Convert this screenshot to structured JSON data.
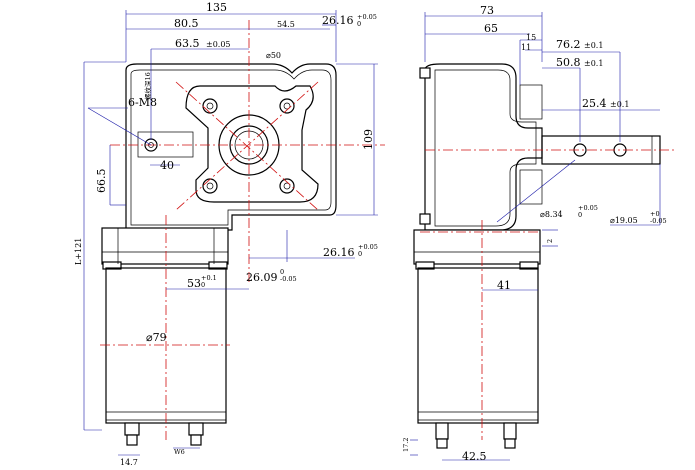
{
  "colors": {
    "outline": "#000000",
    "dimension": "#1a1aa8",
    "centerline": "#d01010",
    "background": "#ffffff"
  },
  "front_view": {
    "width_135": "135",
    "dim_80_5": "80.5",
    "dim_54_5": "54.5",
    "dim_26_16_top": "26.16",
    "tol_top_plus": "+0.05",
    "tol_top_zero": "0",
    "dim_63_5": "63.5",
    "tol_63_5": "±0.05",
    "dia_50": "⌀50",
    "hole_label": "6-M8",
    "hole_depth": "螺纹深16",
    "dim_40": "40",
    "dim_66_5": "66.5",
    "dim_109": "109",
    "dim_26_16_bottom": "26.16",
    "tol_bottom_plus": "+0.05",
    "tol_bottom_zero": "0",
    "dim_53": "53",
    "tol_53_plus": "+0.1",
    "tol_53_zero": "0",
    "dim_26_09": "26.09",
    "tol_26_09_zero": "0",
    "tol_26_09_minus": "-0.05",
    "motor_dia": "⌀79",
    "overall_len": "L+121",
    "dim_14_7": "14.7",
    "conn_w6": "W6"
  },
  "side_view": {
    "dim_73": "73",
    "dim_65": "65",
    "dim_15": "15",
    "dim_11": "11",
    "dim_76_2": "76.2",
    "tol_76_2": "±0.1",
    "dim_50_8": "50.8",
    "tol_50_8": "±0.1",
    "dim_25_4": "25.4",
    "tol_25_4": "±0.1",
    "dim_8_34": "⌀8.34",
    "tol_8_34_plus": "+0.05",
    "tol_8_34_zero": "0",
    "dim_19_05": "⌀19.05",
    "tol_19_05_zero": "+0",
    "tol_19_05_minus": "-0.05",
    "dim_41": "41",
    "dim_42_5": "42.5",
    "dim_17_2": "17.2",
    "dim_2": "2"
  }
}
